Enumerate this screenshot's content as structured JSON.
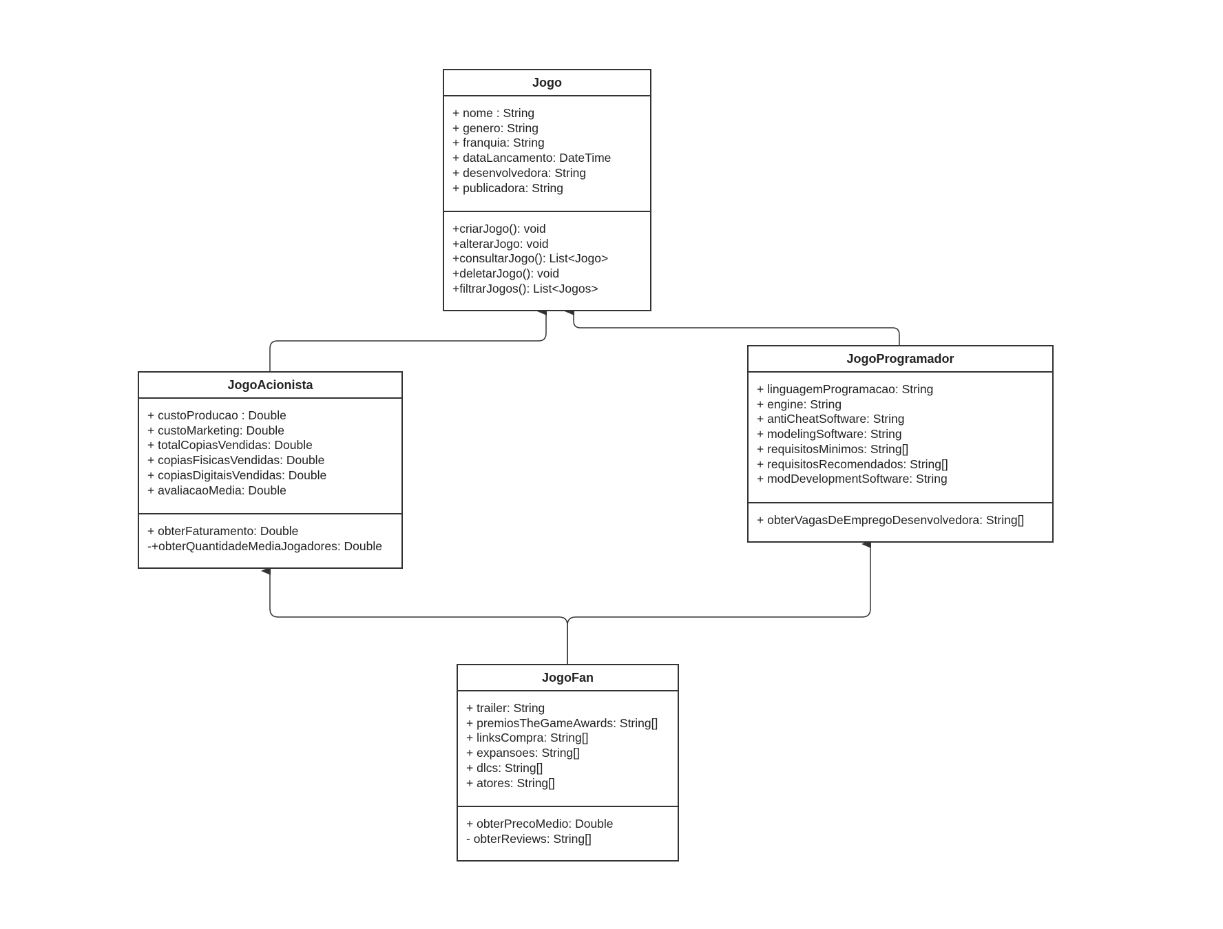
{
  "classes": {
    "jogo": {
      "name": "Jogo",
      "attributes": [
        "+ nome : String",
        "+ genero: String",
        "+ franquia: String",
        "+ dataLancamento: DateTime",
        "+ desenvolvedora: String",
        "+ publicadora: String"
      ],
      "methods": [
        "+criarJogo(): void",
        "+alterarJogo: void",
        "+consultarJogo(): List<Jogo>",
        "+deletarJogo(): void",
        "+filtrarJogos(): List<Jogos>"
      ]
    },
    "jogo_acionista": {
      "name": "JogoAcionista",
      "attributes": [
        "+ custoProducao : Double",
        "+ custoMarketing: Double",
        "+ totalCopiasVendidas: Double",
        "+ copiasFisicasVendidas: Double",
        "+ copiasDigitaisVendidas: Double",
        "+ avaliacaoMedia: Double"
      ],
      "methods": [
        "+ obterFaturamento: Double",
        "-+obterQuantidadeMediaJogadores: Double"
      ]
    },
    "jogo_programador": {
      "name": "JogoProgramador",
      "attributes": [
        "+ linguagemProgramacao: String",
        "+ engine: String",
        "+ antiCheatSoftware: String",
        "+ modelingSoftware: String",
        "+ requisitosMinimos: String[]",
        "+ requisitosRecomendados: String[]",
        "+ modDevelopmentSoftware: String"
      ],
      "methods": [
        "+ obterVagasDeEmpregoDesenvolvedora: String[]"
      ]
    },
    "jogo_fan": {
      "name": "JogoFan",
      "attributes": [
        "+ trailer: String",
        "+ premiosTheGameAwards: String[]",
        "+ linksCompra: String[]",
        "+ expansoes: String[]",
        "+ dlcs: String[]",
        "+ atores: String[]"
      ],
      "methods": [
        "+ obterPrecoMedio: Double",
        "- obterReviews: String[]"
      ]
    }
  },
  "relations": [
    {
      "from": "JogoAcionista",
      "to": "Jogo",
      "type": "generalization"
    },
    {
      "from": "JogoProgramador",
      "to": "Jogo",
      "type": "generalization"
    },
    {
      "from": "JogoFan",
      "to": "JogoAcionista",
      "type": "generalization"
    },
    {
      "from": "JogoFan",
      "to": "JogoProgramador",
      "type": "generalization"
    }
  ]
}
